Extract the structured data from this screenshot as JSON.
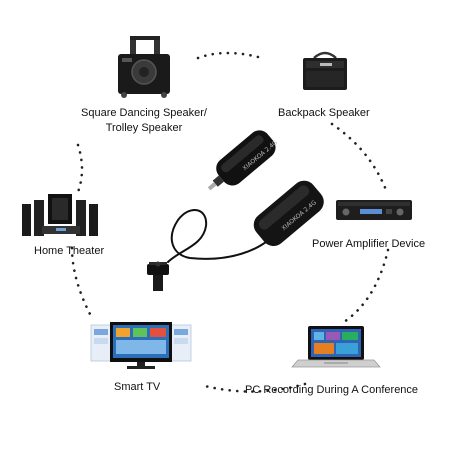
{
  "labels": {
    "trolley_line1": "Square Dancing Speaker/",
    "trolley_line2": "Trolley Speaker",
    "backpack": "Backpack Speaker",
    "home_theater": "Home Theater",
    "amplifier": "Power Amplifier Device",
    "smart_tv": "Smart TV",
    "pc_recording": "PC Recording During A Conference"
  },
  "icons": {
    "trolley": "trolley-speaker-icon",
    "backpack": "backpack-speaker-icon",
    "home_theater": "home-theater-icon",
    "amplifier": "power-amplifier-icon",
    "tv": "smart-tv-icon",
    "laptop": "laptop-icon",
    "receiver": "wireless-receiver-icon",
    "transmitter": "wireless-transmitter-icon",
    "microphone": "lavalier-microphone-icon"
  },
  "colors": {
    "device_black": "#111111",
    "dots": "#222222",
    "screen_blue": "#2a6fb8"
  }
}
